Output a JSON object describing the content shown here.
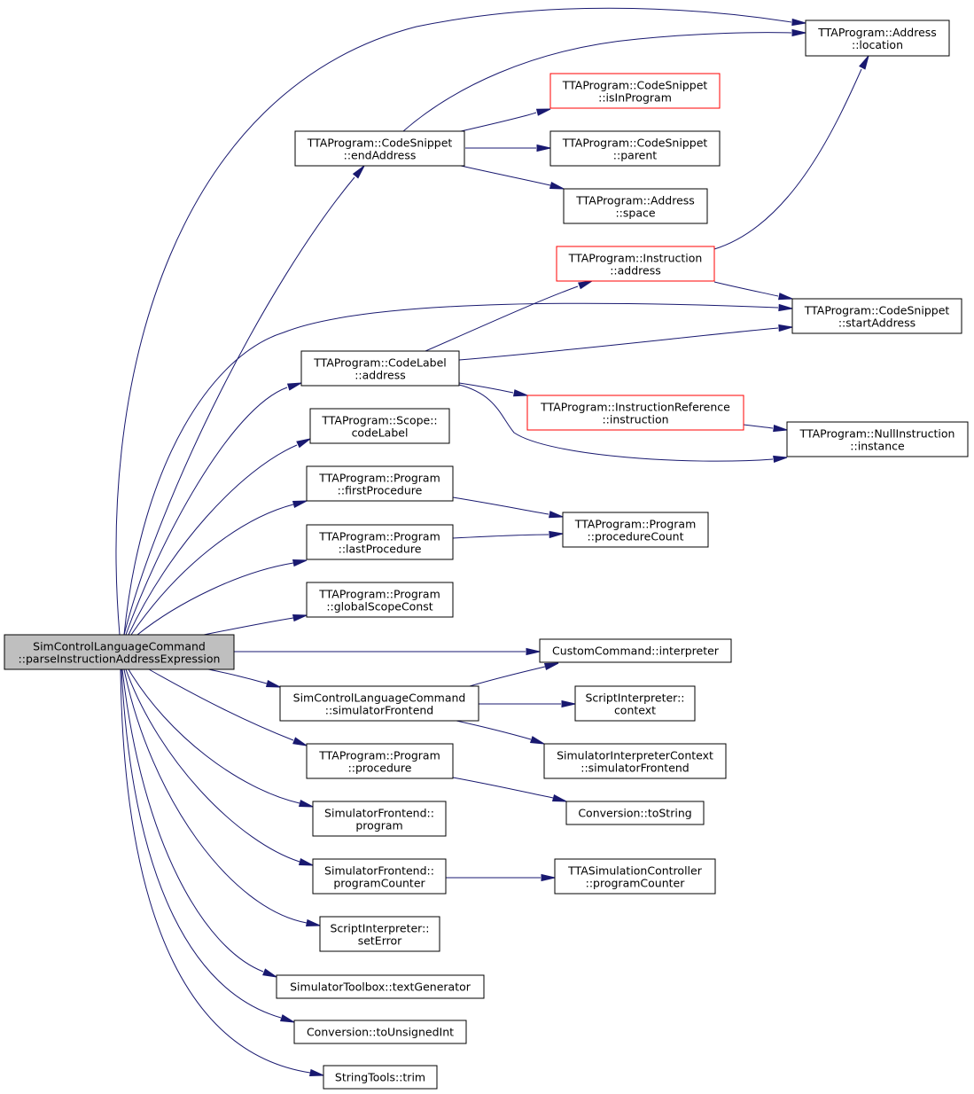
{
  "graph": {
    "root": {
      "id": "root",
      "line1": "SimControlLanguageCommand",
      "line2": "::parseInstructionAddressExpression"
    },
    "nodes": {
      "addr_location": {
        "line1": "TTAProgram::Address",
        "line2": "::location",
        "red": false
      },
      "cs_isInProgram": {
        "line1": "TTAProgram::CodeSnippet",
        "line2": "::isInProgram",
        "red": true
      },
      "cs_endAddress": {
        "line1": "TTAProgram::CodeSnippet",
        "line2": "::endAddress",
        "red": false
      },
      "cs_parent": {
        "line1": "TTAProgram::CodeSnippet",
        "line2": "::parent",
        "red": false
      },
      "addr_space": {
        "line1": "TTAProgram::Address",
        "line2": "::space",
        "red": false
      },
      "instr_address": {
        "line1": "TTAProgram::Instruction",
        "line2": "::address",
        "red": true
      },
      "cs_startAddress": {
        "line1": "TTAProgram::CodeSnippet",
        "line2": "::startAddress",
        "red": false
      },
      "cl_address": {
        "line1": "TTAProgram::CodeLabel",
        "line2": "::address",
        "red": false
      },
      "ir_instruction": {
        "line1": "TTAProgram::InstructionReference",
        "line2": "::instruction",
        "red": true
      },
      "scope_codeLabel": {
        "line1": "TTAProgram::Scope::",
        "line2": "codeLabel",
        "red": false
      },
      "null_instance": {
        "line1": "TTAProgram::NullInstruction",
        "line2": "::instance",
        "red": false
      },
      "prog_firstProc": {
        "line1": "TTAProgram::Program",
        "line2": "::firstProcedure",
        "red": false
      },
      "prog_procCount": {
        "line1": "TTAProgram::Program",
        "line2": "::procedureCount",
        "red": false
      },
      "prog_lastProc": {
        "line1": "TTAProgram::Program",
        "line2": "::lastProcedure",
        "red": false
      },
      "prog_globalScope": {
        "line1": "TTAProgram::Program",
        "line2": "::globalScopeConst",
        "red": false
      },
      "cc_interpreter": {
        "line1": "CustomCommand::interpreter",
        "line2": "",
        "red": false
      },
      "sclc_simFrontend": {
        "line1": "SimControlLanguageCommand",
        "line2": "::simulatorFrontend",
        "red": false
      },
      "si_context": {
        "line1": "ScriptInterpreter::",
        "line2": "context",
        "red": false
      },
      "sic_simFrontend": {
        "line1": "SimulatorInterpreterContext",
        "line2": "::simulatorFrontend",
        "red": false
      },
      "prog_procedure": {
        "line1": "TTAProgram::Program",
        "line2": "::procedure",
        "red": false
      },
      "conv_toString": {
        "line1": "Conversion::toString",
        "line2": "",
        "red": false
      },
      "sf_program": {
        "line1": "SimulatorFrontend::",
        "line2": "program",
        "red": false
      },
      "sf_programCounter": {
        "line1": "SimulatorFrontend::",
        "line2": "programCounter",
        "red": false
      },
      "tsc_programCounter": {
        "line1": "TTASimulationController",
        "line2": "::programCounter",
        "red": false
      },
      "si_setError": {
        "line1": "ScriptInterpreter::",
        "line2": "setError",
        "red": false
      },
      "st_textGenerator": {
        "line1": "SimulatorToolbox::textGenerator",
        "line2": "",
        "red": false
      },
      "conv_toUnsignedInt": {
        "line1": "Conversion::toUnsignedInt",
        "line2": "",
        "red": false
      },
      "strt_trim": {
        "line1": "StringTools::trim",
        "line2": "",
        "red": false
      }
    },
    "colors": {
      "edge": "#191970",
      "root_fill": "#bfbfbf",
      "border": "#000000",
      "highlight_border": "#ff0000"
    }
  }
}
